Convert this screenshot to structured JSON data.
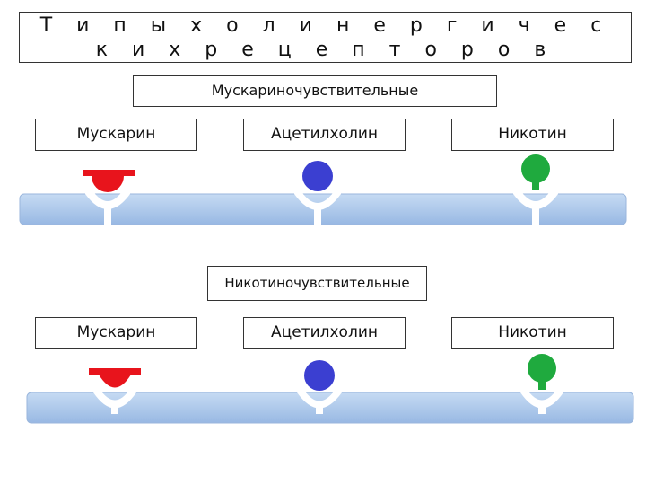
{
  "title": "Типы холинергических рецепторов",
  "title_display": "Т и п ы   х о л и н е р г и ч е с к и х   р е ц е п т о р о в",
  "sections": [
    {
      "label": "Мускариночувствительные",
      "ligands": [
        "Мускарин",
        "Ацетилхолин",
        "Никотин"
      ]
    },
    {
      "label": "Никотиночувствительные",
      "ligands": [
        "Мускарин",
        "Ацетилхолин",
        "Никотин"
      ]
    }
  ],
  "colors": {
    "muscarine": "#e8141c",
    "acetylcholine": "#3b3fd1",
    "nicotine": "#1faa3e",
    "membrane_top": "#bcd4f0",
    "membrane_bottom": "#9dbce6"
  }
}
